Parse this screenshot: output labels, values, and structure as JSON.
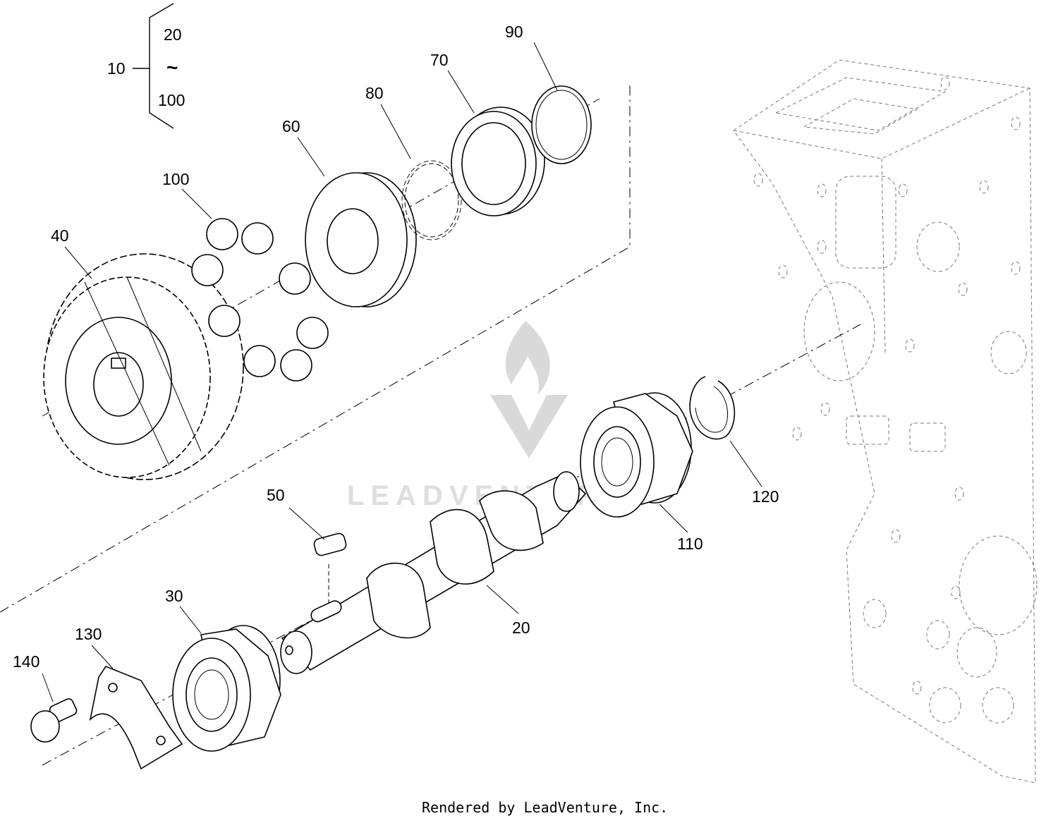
{
  "callouts": {
    "assembly": "10",
    "range_start": "20",
    "range_sep": "~",
    "range_end": "100",
    "p20": "20",
    "p30": "30",
    "p40": "40",
    "p50": "50",
    "p60": "60",
    "p70": "70",
    "p80": "80",
    "p90": "90",
    "p100": "100",
    "p110": "110",
    "p120": "120",
    "p130": "130",
    "p140": "140"
  },
  "watermark": {
    "text": "LEADVENTURE"
  },
  "footer": {
    "text": "Rendered by LeadVenture, Inc."
  }
}
